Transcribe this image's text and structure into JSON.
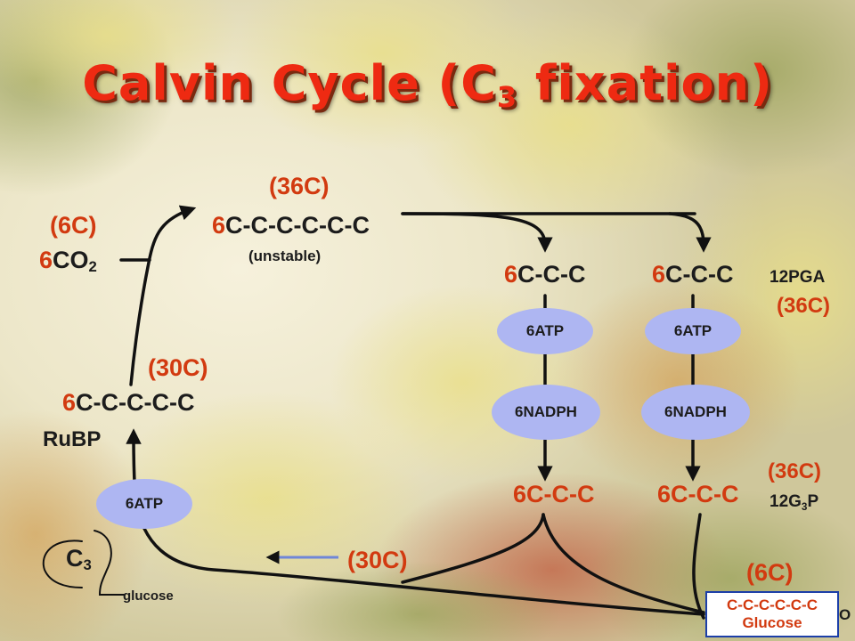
{
  "slide": {
    "title_main": "Calvin Cycle (C",
    "title_sub": "3",
    "title_end": " fixation)"
  },
  "labels": {
    "c36_top": "(36C)",
    "six_carbon_prefix": "6",
    "six_carbon_chain": "C-C-C-C-C-C",
    "unstable": "(unstable)",
    "c6_left": "(6C)",
    "co2_prefix": "6",
    "co2_main": "CO",
    "co2_sub": "2",
    "c30_left": "(30C)",
    "rubp_prefix": "6",
    "rubp_chain": "C-C-C-C-C",
    "rubp": "RuBP",
    "pga_left_prefix": "6",
    "pga_left_chain": "C-C-C",
    "pga_right_prefix": "6",
    "pga_right_chain": "C-C-C",
    "pga_count": "12PGA",
    "c36_right": "(36C)",
    "c36_lower": "(36C)",
    "g3p_left": "6C-C-C",
    "g3p_right": "6C-C-C",
    "g3p_main": "12G",
    "g3p_sub": "3",
    "g3p_end": "P",
    "c30_bottom": "(30C)",
    "c6_bottom": "(6C)",
    "c3_main": "C",
    "c3_sub": "3",
    "glucose_small": "glucose",
    "edge_o": "O"
  },
  "ovals": {
    "atp_left": "6ATP",
    "atp_mid": "6ATP",
    "atp_right": "6ATP",
    "nadph_mid": "6NADPH",
    "nadph_right": "6NADPH"
  },
  "glucose_box": {
    "formula": "C-C-C-C-C-C",
    "name": "Glucose"
  },
  "colors": {
    "accent_red": "#d23a10",
    "text_dark": "#1c1c1c",
    "oval_fill": "#aeb6f2",
    "arrow_blue": "#6f86d8"
  }
}
